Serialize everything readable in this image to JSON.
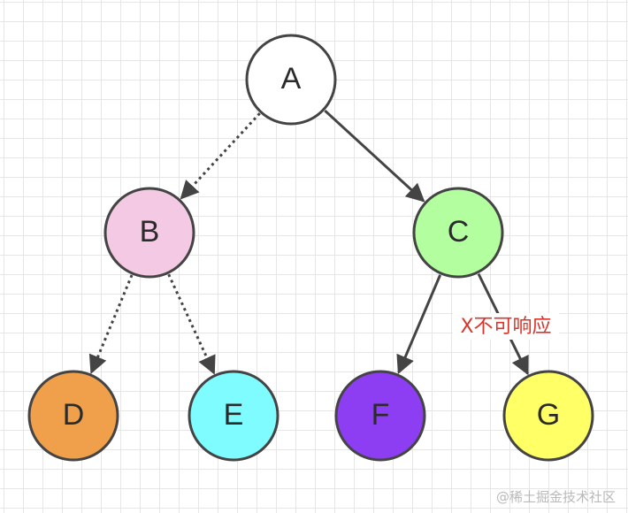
{
  "diagram": {
    "nodes": [
      {
        "id": "A",
        "label": "A",
        "fill": "#ffffff"
      },
      {
        "id": "B",
        "label": "B",
        "fill": "#f3c9e3"
      },
      {
        "id": "C",
        "label": "C",
        "fill": "#b3ff9f"
      },
      {
        "id": "D",
        "label": "D",
        "fill": "#f0a04b"
      },
      {
        "id": "E",
        "label": "E",
        "fill": "#7ffcff"
      },
      {
        "id": "F",
        "label": "F",
        "fill": "#8d3df2"
      },
      {
        "id": "G",
        "label": "G",
        "fill": "#ffff66"
      }
    ],
    "edges": [
      {
        "from": "A",
        "to": "B",
        "style": "dotted"
      },
      {
        "from": "A",
        "to": "C",
        "style": "solid"
      },
      {
        "from": "B",
        "to": "D",
        "style": "dotted"
      },
      {
        "from": "B",
        "to": "E",
        "style": "dotted"
      },
      {
        "from": "C",
        "to": "F",
        "style": "solid"
      },
      {
        "from": "C",
        "to": "G",
        "style": "solid",
        "label": "X不可响应"
      }
    ],
    "stroke_color": "#444444",
    "label_color": "#d9362b"
  },
  "watermark": "@稀土掘金技术社区"
}
